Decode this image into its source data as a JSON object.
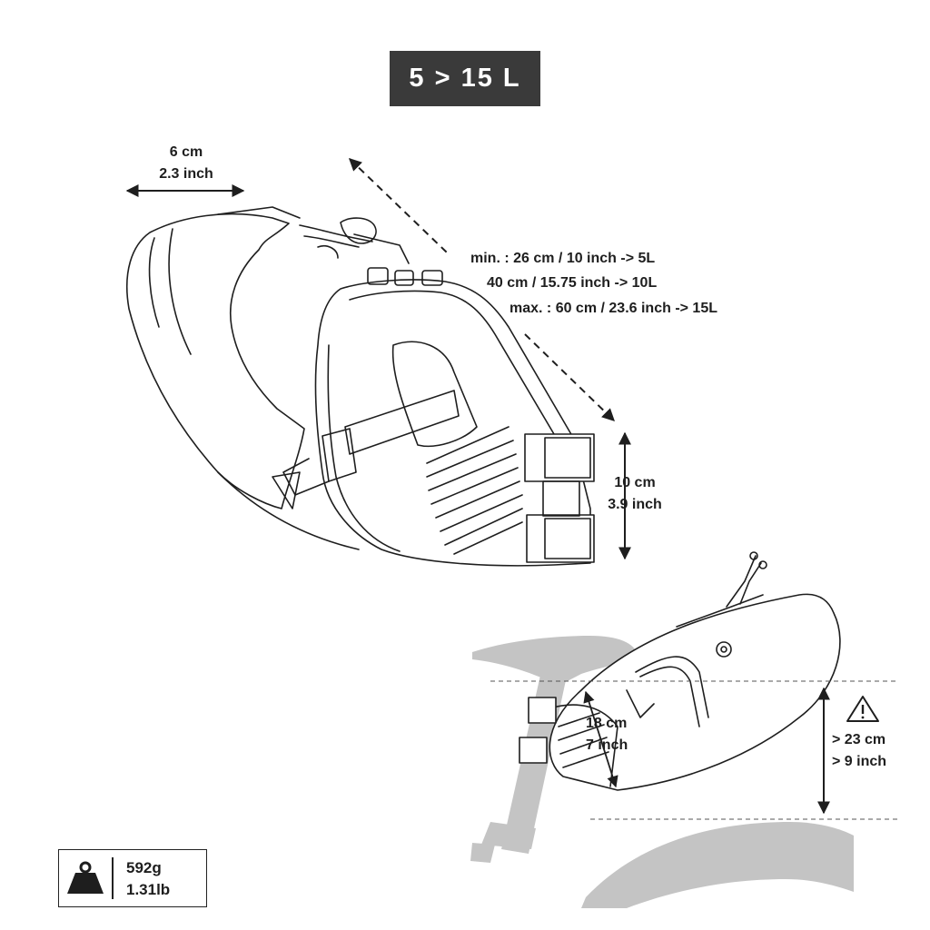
{
  "title": "5 > 15 L",
  "width_dim": {
    "cm": "6 cm",
    "inch": "2.3 inch"
  },
  "length_dim": {
    "min": "min. : 26 cm / 10 inch -> 5L",
    "mid": "40 cm / 15.75 inch -> 10L",
    "max": "max. : 60 cm / 23.6 inch -> 15L"
  },
  "height_dim": {
    "cm": "10 cm",
    "inch": "3.9 inch"
  },
  "seatpost_dim": {
    "cm": "18 cm",
    "inch": "7 inch"
  },
  "clearance": {
    "min": "> 23 cm",
    "inch": "> 9 inch"
  },
  "weight": {
    "grams": "592g",
    "pounds": "1.31lb"
  },
  "icons": [
    "warning-triangle-icon",
    "weight-icon"
  ],
  "colors": {
    "title_bg": "#3a3a3a",
    "bike_gray": "#c4c4c4",
    "line": "#1e1e1e"
  }
}
